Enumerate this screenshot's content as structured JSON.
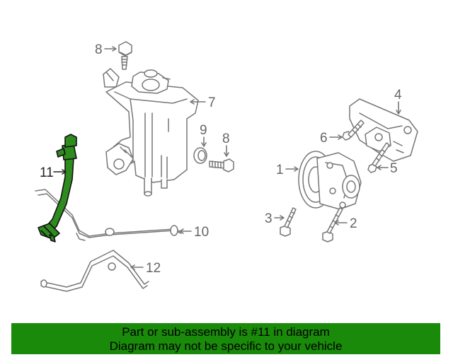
{
  "callouts": {
    "c1": "1",
    "c2": "2",
    "c3": "3",
    "c4": "4",
    "c5": "5",
    "c6": "6",
    "c7": "7",
    "c8a": "8",
    "c8b": "8",
    "c9": "9",
    "c10": "10",
    "c11": "11",
    "c12": "12"
  },
  "banner": {
    "line1": "Part or sub-assembly is #11 in diagram",
    "line2": "Diagram may not be specific to your vehicle"
  },
  "colors": {
    "highlight": "#2e8b1e",
    "banner_bg": "#1a8a0a",
    "linework": "#777777"
  }
}
